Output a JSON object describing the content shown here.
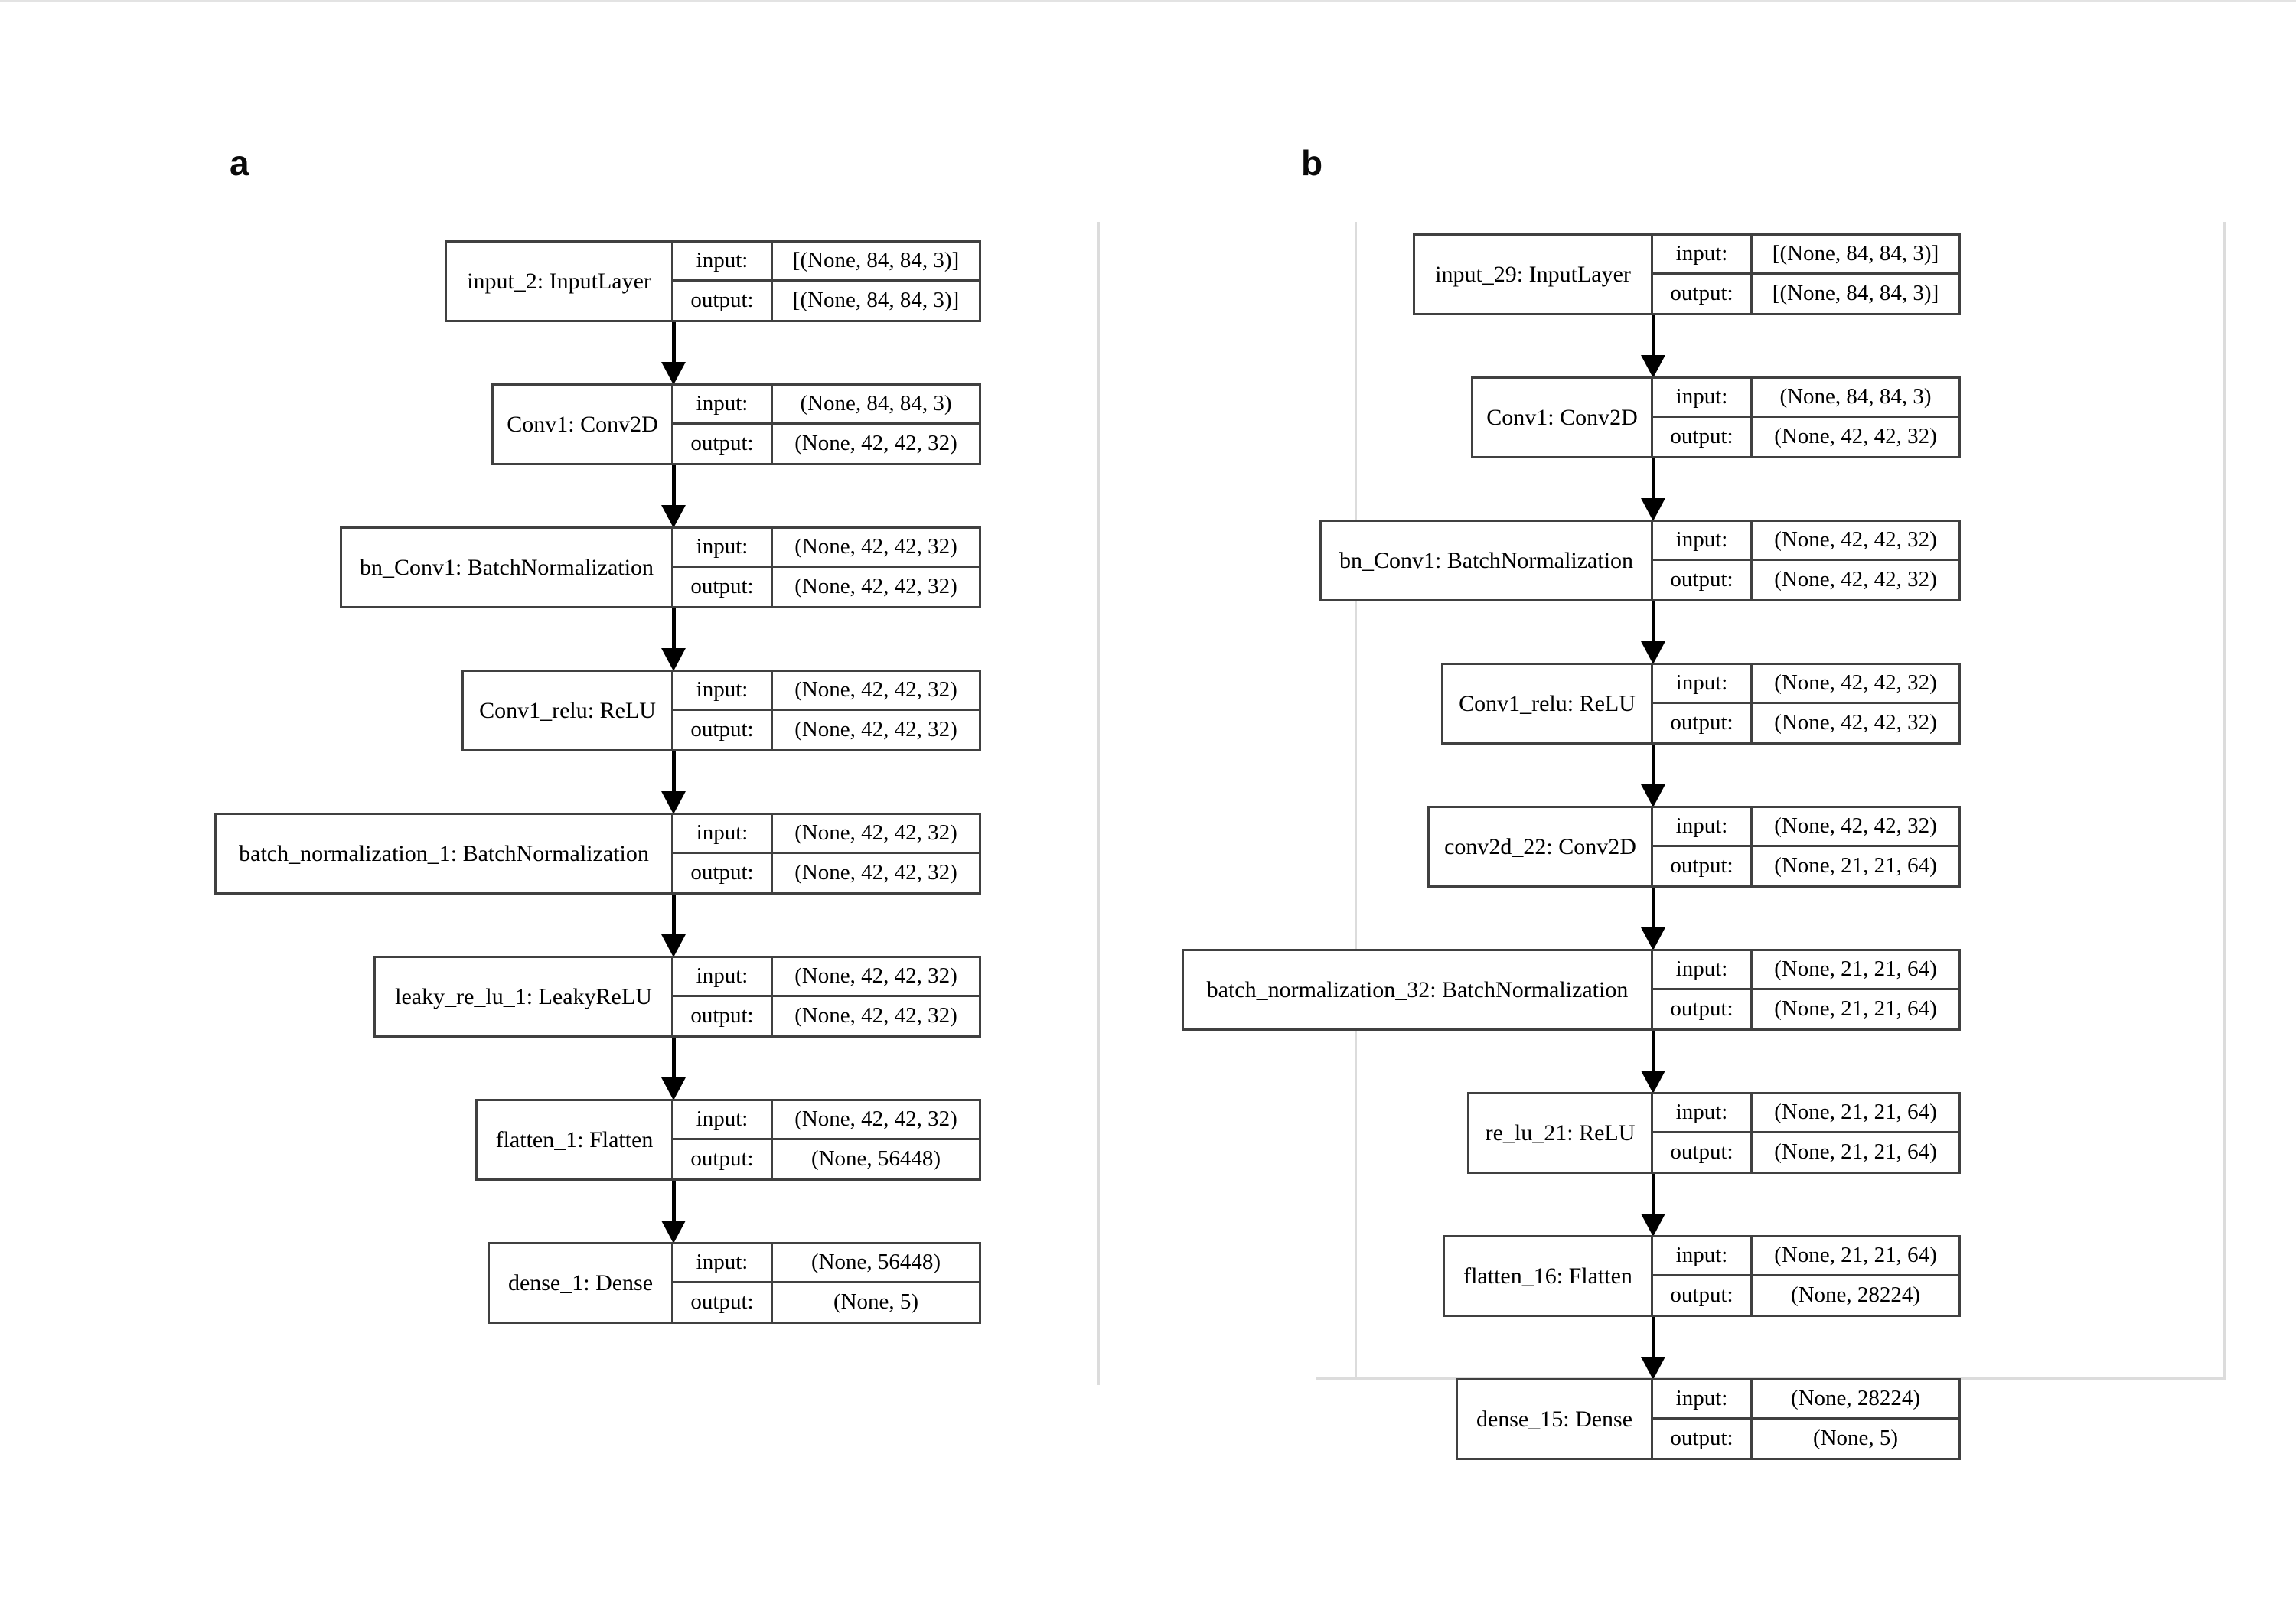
{
  "figure": {
    "background": "#ffffff",
    "box_border_color": "#404040",
    "arrow_color": "#000000",
    "canvas_edge_color": "#dcdcdc"
  },
  "panels": [
    {
      "label": "a",
      "nodes": [
        {
          "name": "input_2: InputLayer",
          "input_label": "input:",
          "output_label": "output:",
          "input_shape": "[(None, 84, 84, 3)]",
          "output_shape": "[(None, 84, 84, 3)]"
        },
        {
          "name": "Conv1: Conv2D",
          "input_label": "input:",
          "output_label": "output:",
          "input_shape": "(None, 84, 84, 3)",
          "output_shape": "(None, 42, 42, 32)"
        },
        {
          "name": "bn_Conv1: BatchNormalization",
          "input_label": "input:",
          "output_label": "output:",
          "input_shape": "(None, 42, 42, 32)",
          "output_shape": "(None, 42, 42, 32)"
        },
        {
          "name": "Conv1_relu: ReLU",
          "input_label": "input:",
          "output_label": "output:",
          "input_shape": "(None, 42, 42, 32)",
          "output_shape": "(None, 42, 42, 32)"
        },
        {
          "name": "batch_normalization_1: BatchNormalization",
          "input_label": "input:",
          "output_label": "output:",
          "input_shape": "(None, 42, 42, 32)",
          "output_shape": "(None, 42, 42, 32)"
        },
        {
          "name": "leaky_re_lu_1: LeakyReLU",
          "input_label": "input:",
          "output_label": "output:",
          "input_shape": "(None, 42, 42, 32)",
          "output_shape": "(None, 42, 42, 32)"
        },
        {
          "name": "flatten_1: Flatten",
          "input_label": "input:",
          "output_label": "output:",
          "input_shape": "(None, 42, 42, 32)",
          "output_shape": "(None, 56448)"
        },
        {
          "name": "dense_1: Dense",
          "input_label": "input:",
          "output_label": "output:",
          "input_shape": "(None, 56448)",
          "output_shape": "(None, 5)"
        }
      ]
    },
    {
      "label": "b",
      "nodes": [
        {
          "name": "input_29: InputLayer",
          "input_label": "input:",
          "output_label": "output:",
          "input_shape": "[(None, 84, 84, 3)]",
          "output_shape": "[(None, 84, 84, 3)]"
        },
        {
          "name": "Conv1: Conv2D",
          "input_label": "input:",
          "output_label": "output:",
          "input_shape": "(None, 84, 84, 3)",
          "output_shape": "(None, 42, 42, 32)"
        },
        {
          "name": "bn_Conv1: BatchNormalization",
          "input_label": "input:",
          "output_label": "output:",
          "input_shape": "(None, 42, 42, 32)",
          "output_shape": "(None, 42, 42, 32)"
        },
        {
          "name": "Conv1_relu: ReLU",
          "input_label": "input:",
          "output_label": "output:",
          "input_shape": "(None, 42, 42, 32)",
          "output_shape": "(None, 42, 42, 32)"
        },
        {
          "name": "conv2d_22: Conv2D",
          "input_label": "input:",
          "output_label": "output:",
          "input_shape": "(None, 42, 42, 32)",
          "output_shape": "(None, 21, 21, 64)"
        },
        {
          "name": "batch_normalization_32: BatchNormalization",
          "input_label": "input:",
          "output_label": "output:",
          "input_shape": "(None, 21, 21, 64)",
          "output_shape": "(None, 21, 21, 64)"
        },
        {
          "name": "re_lu_21: ReLU",
          "input_label": "input:",
          "output_label": "output:",
          "input_shape": "(None, 21, 21, 64)",
          "output_shape": "(None, 21, 21, 64)"
        },
        {
          "name": "flatten_16: Flatten",
          "input_label": "input:",
          "output_label": "output:",
          "input_shape": "(None, 21, 21, 64)",
          "output_shape": "(None, 28224)"
        },
        {
          "name": "dense_15: Dense",
          "input_label": "input:",
          "output_label": "output:",
          "input_shape": "(None, 28224)",
          "output_shape": "(None, 5)"
        }
      ]
    }
  ]
}
